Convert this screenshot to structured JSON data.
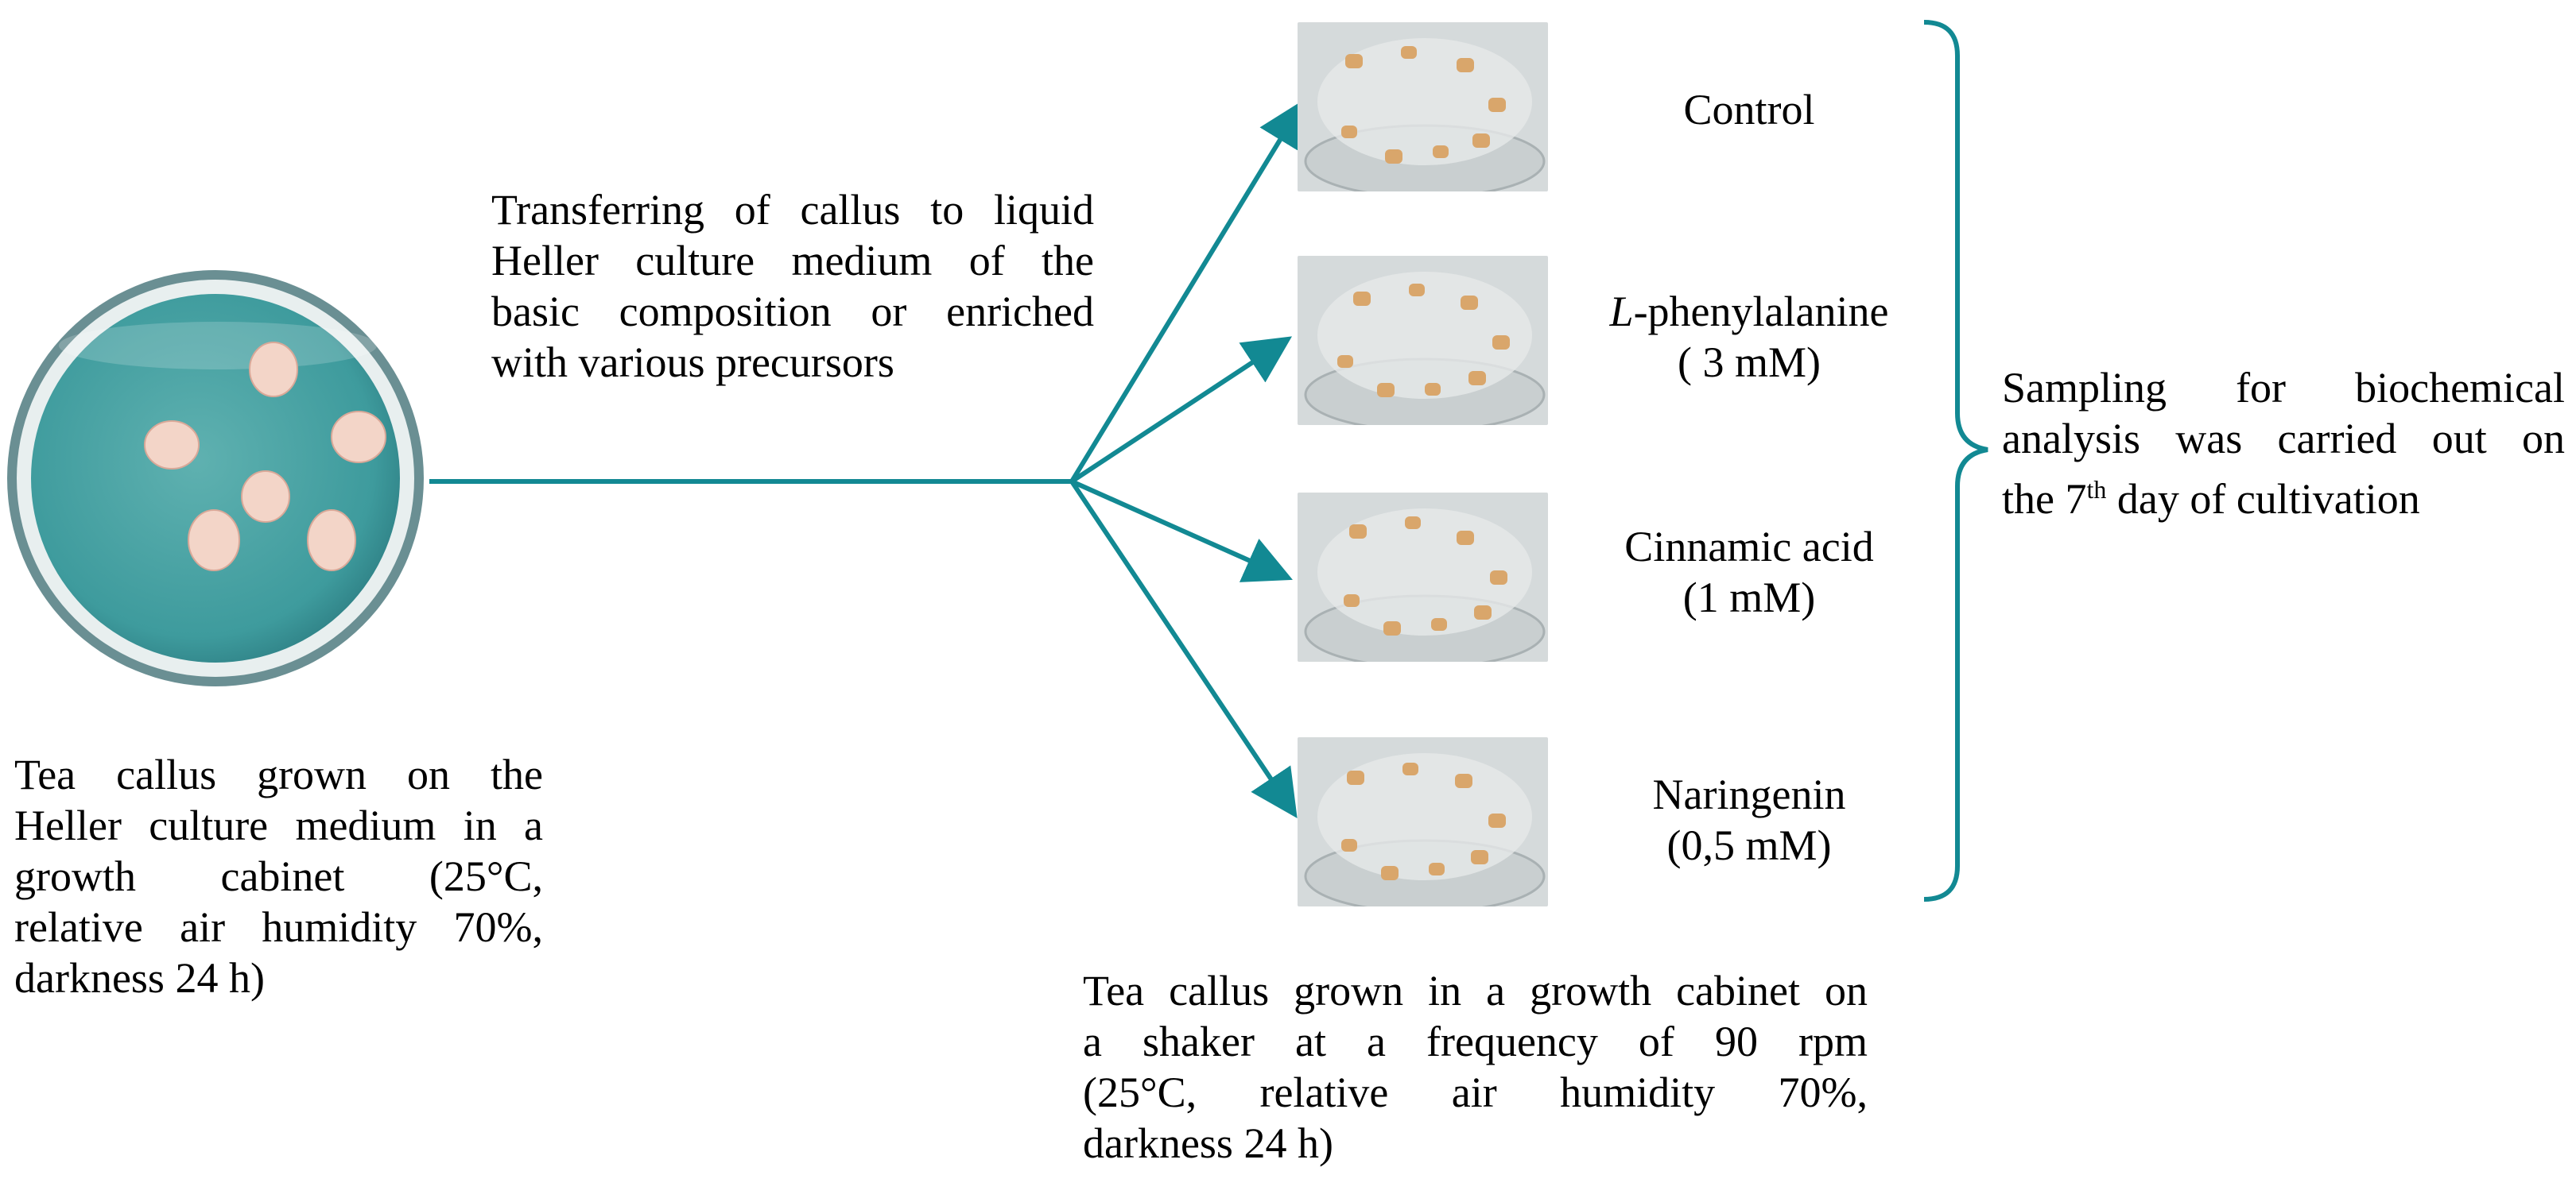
{
  "left_dish": {
    "caption_lines": [
      "Tea callus grown on the",
      "Heller culture medium in a",
      "growth cabinet (25°C,",
      "relative air humidity 70%,",
      "darkness 24 h)"
    ]
  },
  "transfer_note": {
    "lines": [
      "Transferring of callus to liquid",
      "Heller culture medium of the",
      "basic composition or enriched",
      "with various precursors"
    ]
  },
  "treatments": [
    {
      "name": "Control",
      "dose": ""
    },
    {
      "name_italic": "L",
      "name": "-phenylalanine",
      "dose": "( 3 mM)"
    },
    {
      "name": "Cinnamic acid",
      "dose": "(1 mM)"
    },
    {
      "name": "Naringenin",
      "dose": "(0,5 mM)"
    }
  ],
  "liquid_caption": {
    "lines": [
      "Tea callus grown in a growth cabinet on",
      "a shaker at a frequency of 90 rpm",
      "(25°C, relative air humidity 70%,",
      "darkness 24 h)"
    ]
  },
  "sampling_note": {
    "line1": "Sampling for biochemical",
    "line2": "analysis was carried out on",
    "line3_before": "the 7",
    "line3_sup": "th",
    "line3_after": " day of cultivation"
  },
  "colors": {
    "arrow": "#128993",
    "agar": "#4aa6a6",
    "callus": "#f2d3c6",
    "liquid_bg": "#d7dcdc",
    "cell": "#d9a66b"
  }
}
